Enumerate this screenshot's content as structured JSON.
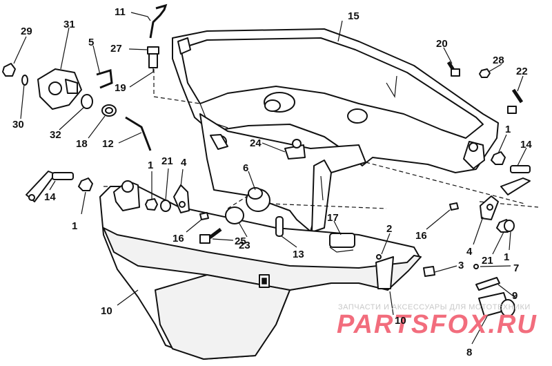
{
  "callouts": [
    {
      "id": "n11",
      "text": "11"
    },
    {
      "id": "n15",
      "text": "15"
    },
    {
      "id": "n29",
      "text": "29"
    },
    {
      "id": "n31",
      "text": "31"
    },
    {
      "id": "n5",
      "text": "5"
    },
    {
      "id": "n27",
      "text": "27"
    },
    {
      "id": "n20",
      "text": "20"
    },
    {
      "id": "n28",
      "text": "28"
    },
    {
      "id": "n22",
      "text": "22"
    },
    {
      "id": "n19",
      "text": "19"
    },
    {
      "id": "n30",
      "text": "30"
    },
    {
      "id": "n32",
      "text": "32"
    },
    {
      "id": "n18",
      "text": "18"
    },
    {
      "id": "n12",
      "text": "12"
    },
    {
      "id": "n24",
      "text": "24"
    },
    {
      "id": "n1a",
      "text": "1"
    },
    {
      "id": "n14a",
      "text": "14"
    },
    {
      "id": "n1b",
      "text": "1"
    },
    {
      "id": "n21a",
      "text": "21"
    },
    {
      "id": "n4a",
      "text": "4"
    },
    {
      "id": "n6",
      "text": "6"
    },
    {
      "id": "n14b",
      "text": "14"
    },
    {
      "id": "n1c",
      "text": "1"
    },
    {
      "id": "n16a",
      "text": "16"
    },
    {
      "id": "n25",
      "text": "25"
    },
    {
      "id": "n23",
      "text": "23"
    },
    {
      "id": "n13",
      "text": "13"
    },
    {
      "id": "n17",
      "text": "17"
    },
    {
      "id": "n2",
      "text": "2"
    },
    {
      "id": "n16b",
      "text": "16"
    },
    {
      "id": "n4b",
      "text": "4"
    },
    {
      "id": "n21b",
      "text": "21"
    },
    {
      "id": "n1d",
      "text": "1"
    },
    {
      "id": "n3",
      "text": "3"
    },
    {
      "id": "n7",
      "text": "7"
    },
    {
      "id": "n9",
      "text": "9"
    },
    {
      "id": "n10a",
      "text": "10"
    },
    {
      "id": "n10b",
      "text": "10"
    },
    {
      "id": "n8",
      "text": "8"
    }
  ],
  "watermark": {
    "tagline": "ЗАПЧАСТИ И АКСЕССУАРЫ ДЛЯ МОТОТЕХНИКИ",
    "brand": "PARTSFOX.RU"
  }
}
